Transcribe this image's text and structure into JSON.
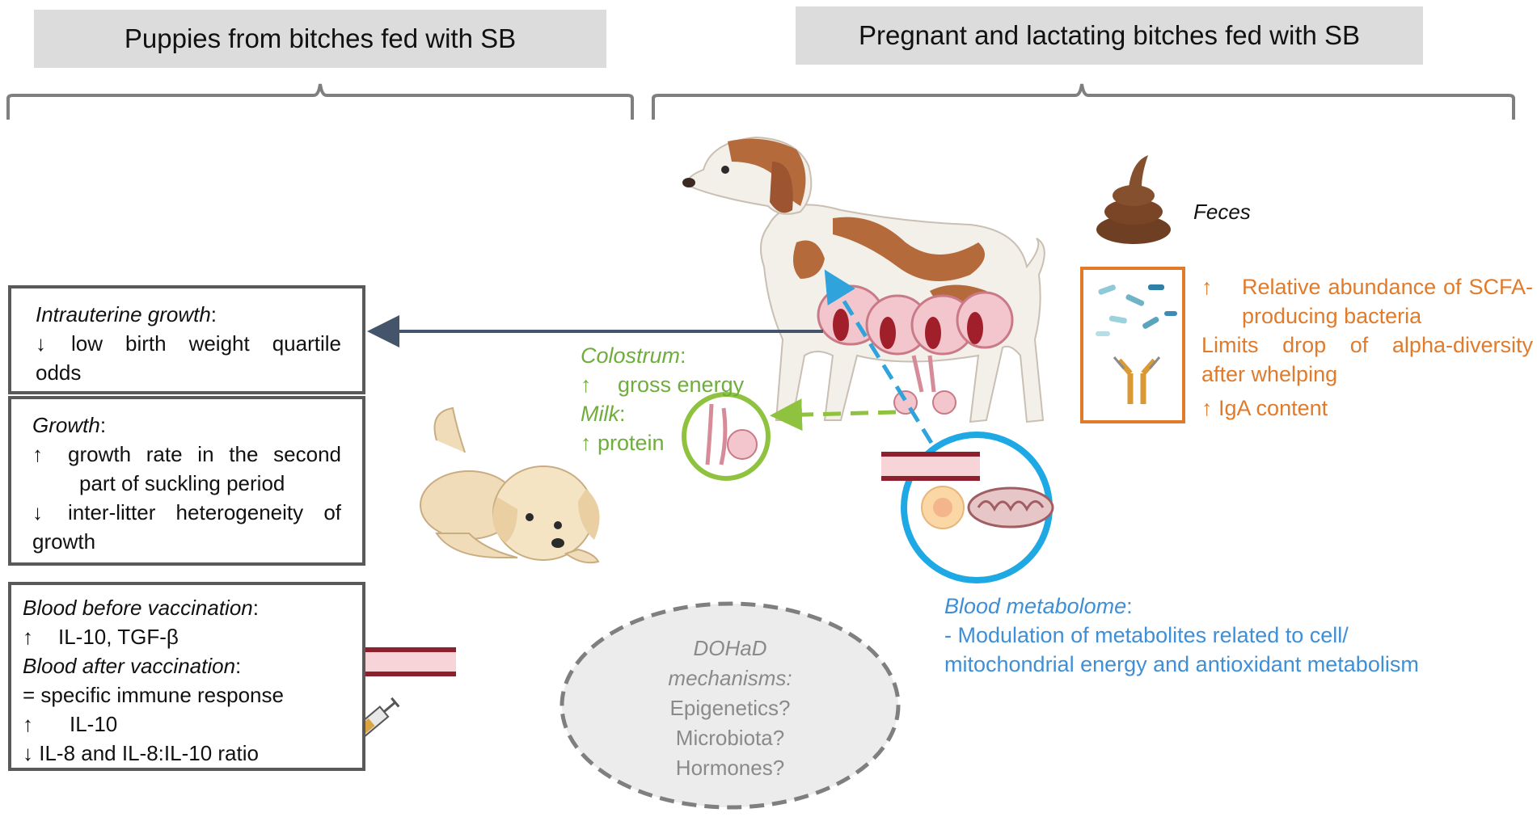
{
  "headers": {
    "left": "Puppies from bitches fed with SB",
    "right": "Pregnant and lactating bitches fed with SB"
  },
  "intrauterine": {
    "title": "Intrauterine growth",
    "line1_arrow": "↓",
    "line1": "low birth weight quartile",
    "line2": "odds"
  },
  "growth": {
    "title": "Growth",
    "item1_arrow": "↑",
    "item1_a": "growth rate in the second",
    "item1_b": "part of suckling period",
    "item2_arrow": "↓",
    "item2_a": "inter-litter heterogeneity of",
    "item2_b": "growth"
  },
  "blood": {
    "before_title": "Blood before vaccination",
    "before_arrow": "↑",
    "before_value": "IL-10, TGF-β",
    "after_title": "Blood after vaccination",
    "after_line1": "= specific immune response",
    "after_arrow": "↑",
    "after_value": "IL-10",
    "after_line3_arrow": "↓",
    "after_line3": "IL-8 and IL-8:IL-10 ratio"
  },
  "colostrum": {
    "title": "Colostrum",
    "arrow": "↑",
    "value": "gross energy",
    "milk_title": "Milk",
    "milk_arrow": "↑",
    "milk_value": "protein"
  },
  "feces": {
    "label": "Feces",
    "item1_arrow": "↑",
    "item1_a": "Relative abundance of SCFA-",
    "item1_b": "producing bacteria",
    "item2_a": "Limits drop of alpha-diversity",
    "item2_b": "after whelping",
    "item3_arrow": "↑",
    "item3": "IgA content"
  },
  "metabolome": {
    "title": "Blood metabolome",
    "line1": "- Modulation of metabolites related to cell/",
    "line2": "mitochondrial energy and antioxidant metabolism"
  },
  "dohad": {
    "line1": "DOHaD",
    "line2": "mechanisms:",
    "line3": "Epigenetics?",
    "line4": "Microbiota?",
    "line5": "Hormones?"
  },
  "colors": {
    "green": "#6fad3c",
    "orange": "#e07b2c",
    "blue": "#3f8fd6",
    "navy_arrow": "#44546a",
    "box_border": "#595959"
  }
}
